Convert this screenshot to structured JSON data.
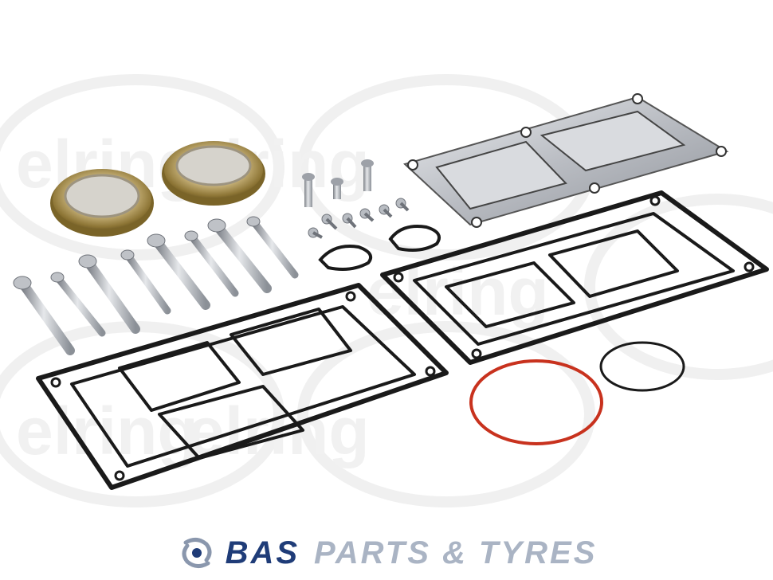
{
  "watermark": {
    "text": "elring"
  },
  "footer": {
    "brand": "BAS",
    "tagline": "PARTS & TYRES",
    "logo_icon": "bas-swirl-logo-icon",
    "brand_color": "#1f3c78",
    "tagline_color": "#aab4c4"
  },
  "product": {
    "parts": [
      "valve-cap",
      "bolt",
      "small-screw",
      "reed-valve-plate",
      "cylinder-head-gasket",
      "oval-gasket",
      "o-ring-red",
      "o-ring-black"
    ],
    "colors": {
      "gasket": "#1a1a1a",
      "metal": "#c9cbd0",
      "cap_gold": "#b89a4a",
      "oring_red": "#c8321e"
    }
  }
}
